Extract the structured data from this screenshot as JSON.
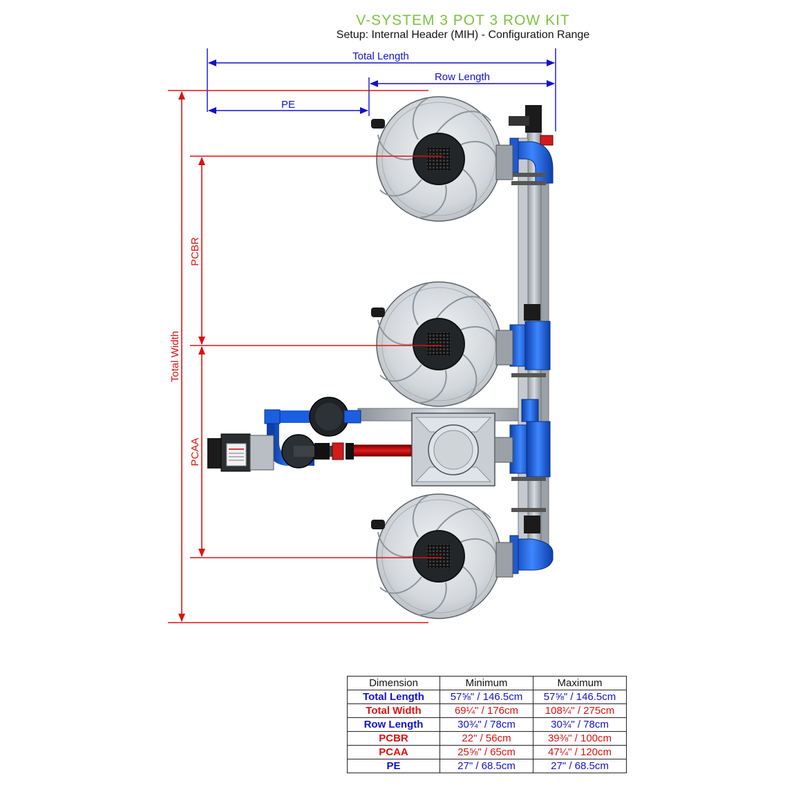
{
  "header": {
    "title": "V-SYSTEM 3 POT 3 ROW KIT",
    "subtitle": "Setup: Internal Header (MIH) - Configuration Range"
  },
  "labels": {
    "total_length": "Total Length",
    "row_length": "Row Length",
    "pe": "PE",
    "pcbr": "PCBR",
    "total_width": "Total Width",
    "pcaa": "PCAA"
  },
  "colors": {
    "title_green": "#7cc242",
    "dim_blue": "#1111cc",
    "dim_red": "#dd1111",
    "pipe_blue": "#1a5fe0"
  },
  "table": {
    "headers": [
      "Dimension",
      "Minimum",
      "Maximum"
    ],
    "rows": [
      {
        "name": "Total Length",
        "min": "57⅝\" / 146.5cm",
        "max": "57⅝\" / 146.5cm",
        "color": "blue"
      },
      {
        "name": "Total Width",
        "min": "69¼\" / 176cm",
        "max": "108¼\" / 275cm",
        "color": "red"
      },
      {
        "name": "Row Length",
        "min": "30¾\" / 78cm",
        "max": "30¾\" / 78cm",
        "color": "blue"
      },
      {
        "name": "PCBR",
        "min": "22\" / 56cm",
        "max": "39⅜\" / 100cm",
        "color": "red"
      },
      {
        "name": "PCAA",
        "min": "25⅝\" / 65cm",
        "max": "47¼\" / 120cm",
        "color": "red"
      },
      {
        "name": "PE",
        "min": "27\" / 68.5cm",
        "max": "27\" / 68.5cm",
        "color": "blue"
      }
    ]
  }
}
